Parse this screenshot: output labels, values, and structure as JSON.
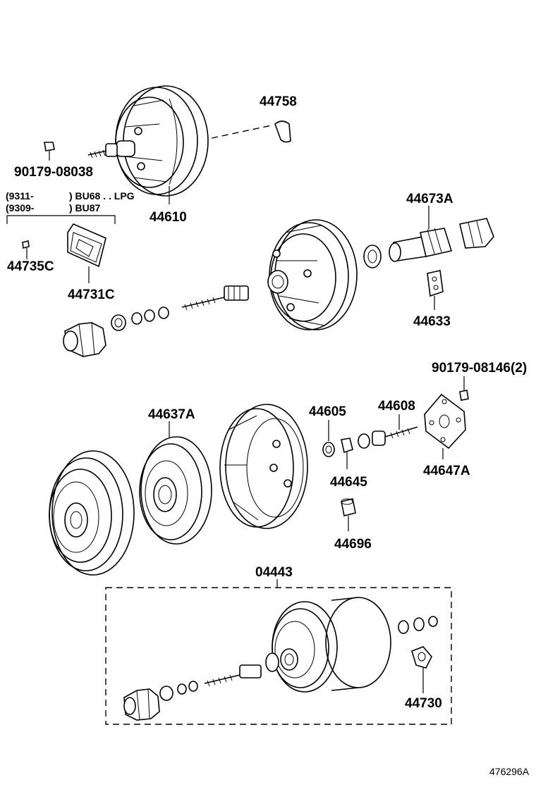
{
  "labels": {
    "p44758": "44758",
    "p90179_08038": "90179-08038",
    "p44610": "44610",
    "p44673A": "44673A",
    "p44735C": "44735C",
    "p44731C": "44731C",
    "p44633": "44633",
    "p90179_08146": "90179-08146(2)",
    "p44637A": "44637A",
    "p44605": "44605",
    "p44608": "44608",
    "p44645": "44645",
    "p44647A": "44647A",
    "p44696": "44696",
    "p04443": "04443",
    "p44730": "44730"
  },
  "applicability": {
    "line1_date": "(9311-",
    "line1_model": ") BU68 . . LPG",
    "line2_date": "(9309-",
    "line2_model": ") BU87"
  },
  "illustration_number": "476296A"
}
